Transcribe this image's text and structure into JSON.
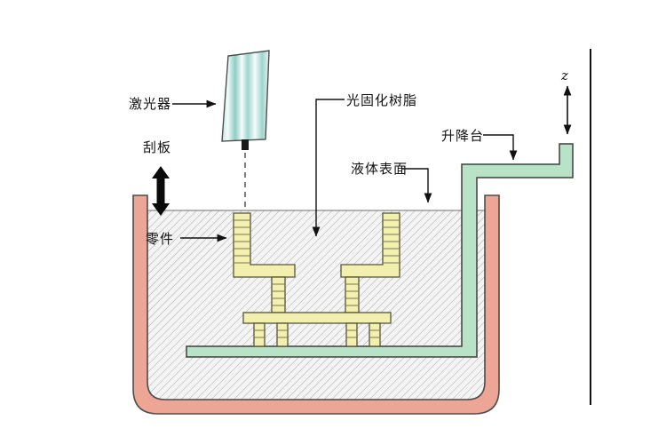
{
  "diagram": {
    "type": "stereolithography-3d-printing-schematic",
    "labels": {
      "laser": "激光器",
      "scraper": "刮板",
      "resin": "光固化树脂",
      "liquid_surface": "液体表面",
      "elevator": "升降台",
      "part": "零件",
      "z_axis": "z"
    },
    "colors": {
      "background": "#ffffff",
      "tank_wall": "#eda595",
      "elevator_platform": "#b8e3c6",
      "part_fill": "#f3efae",
      "laser_body": "#9ed5cf",
      "hatch_line": "#a9a9a9",
      "outline": "#4d4d4d",
      "label_text": "#111111"
    }
  }
}
